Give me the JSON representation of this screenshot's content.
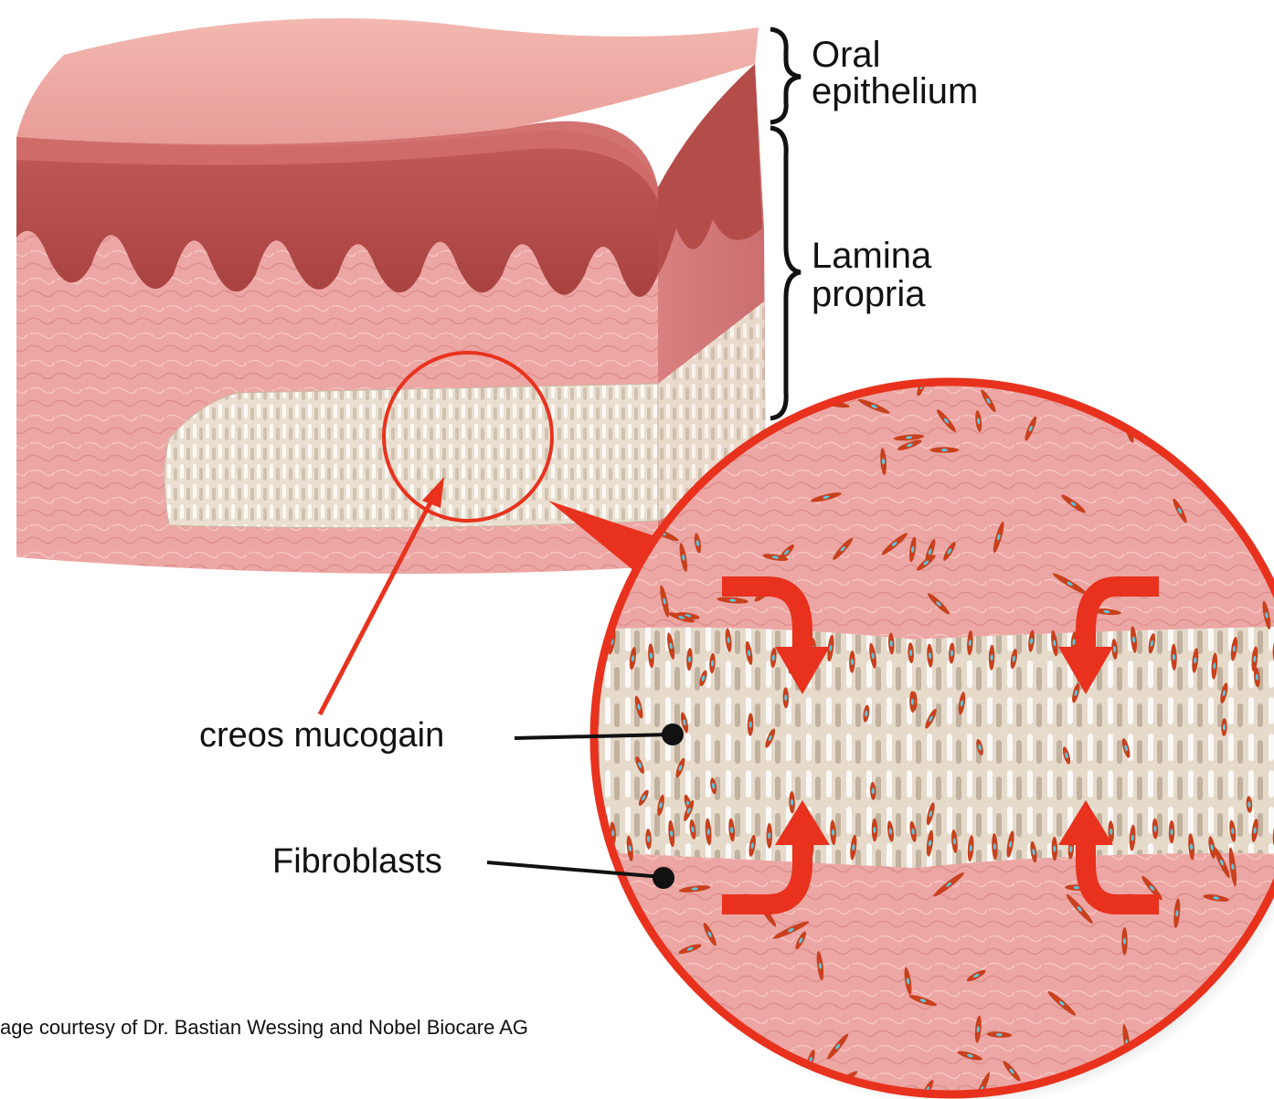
{
  "labels": {
    "oral_epithelium": [
      "Oral",
      "epithelium"
    ],
    "lamina_propria": [
      "Lamina",
      "propria"
    ],
    "creos_mucogain": "creos mucogain",
    "fibroblasts": "Fibroblasts"
  },
  "credit": "age courtesy of Dr. Bastian Wessing and Nobel Biocare AG",
  "colors": {
    "tissue_pink": "#e89a9a",
    "tissue_top": "#efb0a8",
    "epithelium_dark": "#b8504e",
    "matrix": "#e4d8c8",
    "accent_red": "#e8321e",
    "fibroblast": "#c8401c"
  }
}
